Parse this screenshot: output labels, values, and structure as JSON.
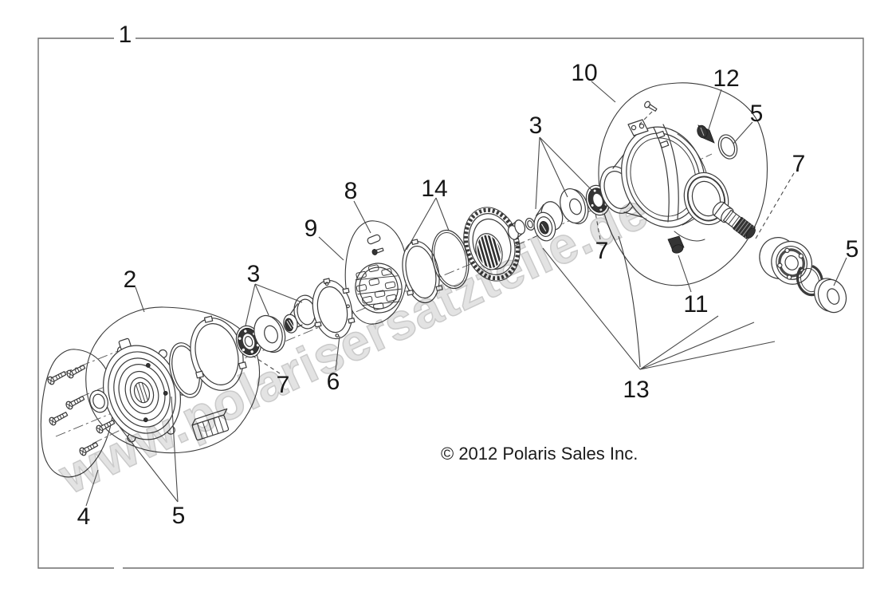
{
  "colors": {
    "line": "#3a3a3a",
    "leader": "#4a4a4a",
    "border": "#6e6e6e",
    "label": "#161616",
    "wm-fill": "#dcdcdc",
    "wm-stroke": "#bdbdbd",
    "bg": "#ffffff"
  },
  "watermark": {
    "text": "www.polarisersatzteile.de"
  },
  "footer": {
    "copyright": "© 2012 Polaris Sales Inc."
  },
  "callouts": [
    {
      "ref": "1"
    },
    {
      "ref": "2"
    },
    {
      "ref": "3"
    },
    {
      "ref": "3"
    },
    {
      "ref": "4"
    },
    {
      "ref": "5"
    },
    {
      "ref": "5"
    },
    {
      "ref": "5"
    },
    {
      "ref": "6"
    },
    {
      "ref": "7"
    },
    {
      "ref": "7"
    },
    {
      "ref": "7"
    },
    {
      "ref": "8"
    },
    {
      "ref": "9"
    },
    {
      "ref": "10"
    },
    {
      "ref": "11"
    },
    {
      "ref": "12"
    },
    {
      "ref": "13"
    },
    {
      "ref": "14"
    }
  ]
}
